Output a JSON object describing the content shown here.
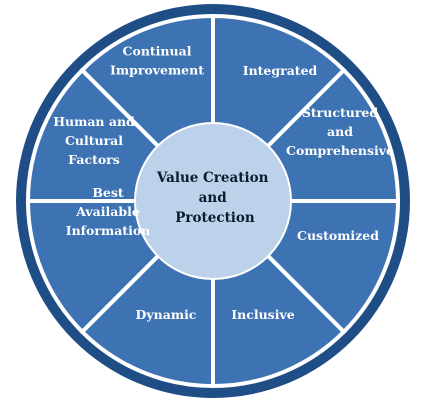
{
  "diagram": {
    "center": {
      "lines": [
        "Value Creation",
        "and",
        "Protection"
      ]
    },
    "segments": [
      {
        "lines": [
          "Integrated"
        ]
      },
      {
        "lines": [
          "Structured",
          "and",
          "Comprehensive"
        ]
      },
      {
        "lines": [
          "Customized"
        ]
      },
      {
        "lines": [
          "Inclusive"
        ]
      },
      {
        "lines": [
          "Dynamic"
        ]
      },
      {
        "lines": [
          "Best",
          "Available",
          "Information"
        ]
      },
      {
        "lines": [
          "Human and",
          "Cultural",
          "Factors"
        ]
      },
      {
        "lines": [
          "Continual",
          "Improvement"
        ]
      }
    ],
    "colors": {
      "segment_fill": "#3d73b3",
      "outer_ring": "#1f4e86",
      "divider": "#ffffff",
      "center_fill": "#bcd1ea",
      "center_text": "#0d1a2b",
      "segment_text": "#ffffff"
    }
  }
}
